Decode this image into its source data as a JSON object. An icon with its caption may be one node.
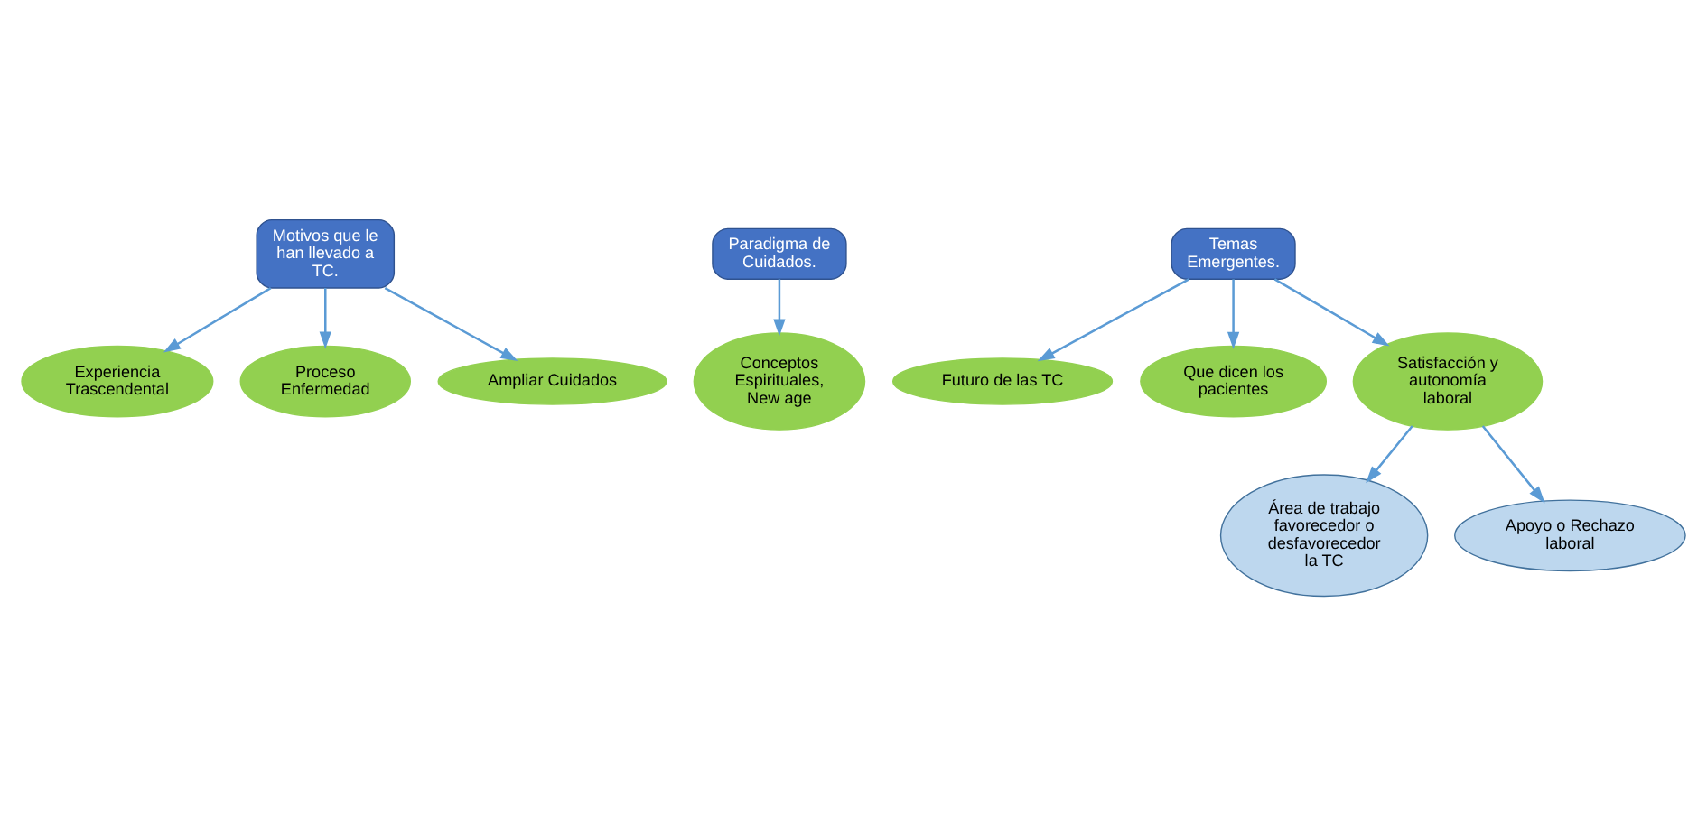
{
  "diagram": {
    "nodes": [
      {
        "text": [
          "Motivos que le han llevado a TC."
        ]
      },
      {
        "text": [
          "Paradigma de Cuidados."
        ]
      },
      {
        "text": [
          "Temas Emergentes."
        ]
      },
      {
        "text": [
          "Experiencia Trascendental"
        ]
      },
      {
        "text": [
          "Proceso Enfermedad"
        ]
      },
      {
        "text": [
          "Ampliar Cuidados"
        ]
      },
      {
        "text": [
          "Conceptos Espirituales, New age"
        ]
      },
      {
        "text": [
          "Futuro de las TC"
        ]
      },
      {
        "text": [
          "Que dicen los pacientes"
        ]
      },
      {
        "text": [
          "Satisfacción y autonomía laboral"
        ]
      },
      {
        "text": [
          "Área de trabajo favorecedor o desfavorecedor la TC"
        ]
      },
      {
        "text": [
          "Apoyo o Rechazo laboral"
        ]
      }
    ],
    "edges": [
      {
        "from": 0,
        "to": 3,
        "arrow": "to"
      },
      {
        "from": 0,
        "to": 4,
        "arrow": "to"
      },
      {
        "from": 0,
        "to": 5,
        "arrow": "to"
      },
      {
        "from": 1,
        "to": 6,
        "arrow": "to"
      },
      {
        "from": 2,
        "to": 7,
        "arrow": "to"
      },
      {
        "from": 2,
        "to": 8,
        "arrow": "to"
      },
      {
        "from": 2,
        "to": 9,
        "arrow": "to"
      },
      {
        "from": 9,
        "to": 10,
        "arrow": "to"
      },
      {
        "from": 9,
        "to": 11,
        "arrow": "to"
      }
    ]
  }
}
